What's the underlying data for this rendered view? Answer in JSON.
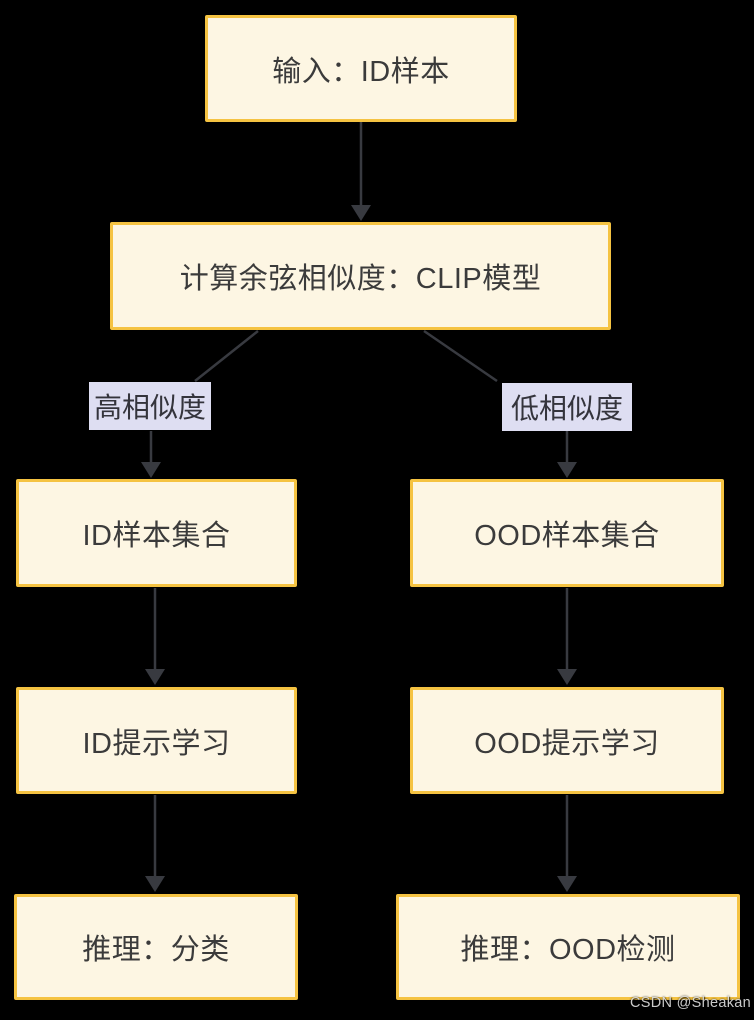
{
  "diagram": {
    "type": "flowchart",
    "nodes": {
      "input": {
        "label": "输入：ID样本"
      },
      "clip": {
        "label": "计算余弦相似度：CLIP模型"
      },
      "id_set": {
        "label": "ID样本集合"
      },
      "ood_set": {
        "label": "OOD样本集合"
      },
      "id_prompt": {
        "label": "ID提示学习"
      },
      "ood_prompt": {
        "label": "OOD提示学习"
      },
      "id_infer": {
        "label": "推理：分类"
      },
      "ood_infer": {
        "label": "推理：OOD检测"
      }
    },
    "edge_labels": {
      "high_similarity": {
        "label": "高相似度"
      },
      "low_similarity": {
        "label": "低相似度"
      }
    },
    "colors": {
      "background": "#000000",
      "node_fill": "#FDF6E3",
      "node_border": "#F5C342",
      "node_text": "#3B3B3B",
      "edge_label_fill": "#DEDEF2",
      "edge_label_text": "#34343C",
      "arrow": "#383A40",
      "watermark": "#DCDCDC"
    },
    "watermark": "CSDN @Sheakan"
  }
}
